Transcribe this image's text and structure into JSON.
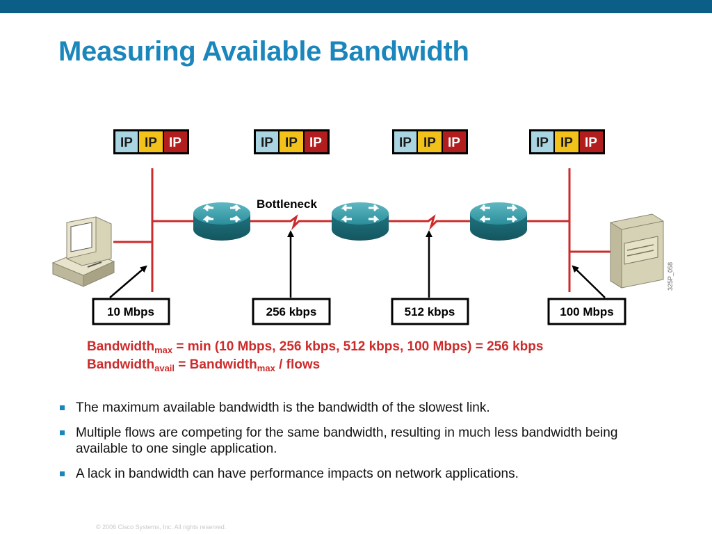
{
  "slide": {
    "title": "Measuring Available Bandwidth",
    "copyright": "© 2006 Cisco Systems, Inc. All rights reserved."
  },
  "diagram": {
    "ip_label": "IP",
    "ip_colors": [
      "#a9d4e2",
      "#f2c21b",
      "#b21d1d"
    ],
    "ip_text_colors": [
      "#1b1b1b",
      "#1b1b1b",
      "#ffffff"
    ],
    "link_color": "#cc2b2b",
    "router_color": "#2a8e9a",
    "bottleneck_label": "Bottleneck",
    "bandwidth_labels": [
      "10 Mbps",
      "256 kbps",
      "512 kbps",
      "100 Mbps"
    ],
    "figure_id": "325P_058"
  },
  "formulas": {
    "line1": {
      "prefix": "Bandwidth",
      "sub": "max",
      "rest": " = min (10 Mbps, 256 kbps, 512 kbps, 100 Mbps) = 256 kbps"
    },
    "line2": {
      "prefix": "Bandwidth",
      "sub": "avail",
      "mid": " = Bandwidth",
      "sub2": "max",
      "rest": " / flows"
    }
  },
  "bullets": [
    "The maximum available bandwidth is the bandwidth of the slowest link.",
    "Multiple flows are competing for the same bandwidth, resulting in much less bandwidth being available to one single application.",
    "A lack in bandwidth can have performance impacts on network applications."
  ]
}
